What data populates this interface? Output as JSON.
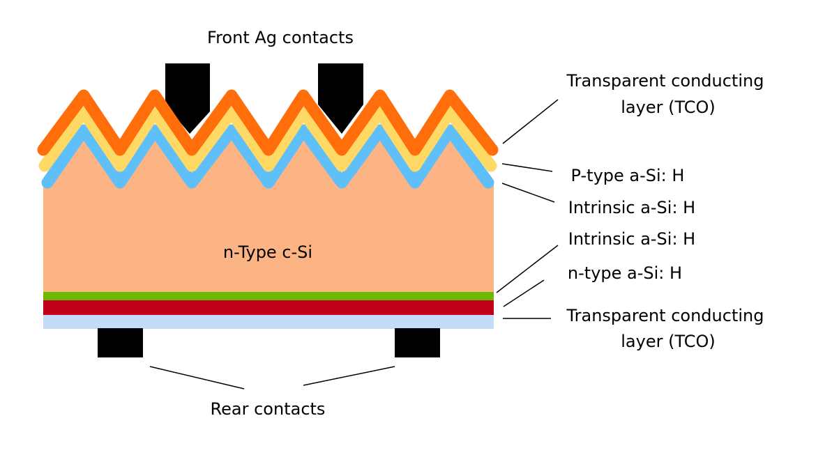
{
  "colors": {
    "background": "#ffffff",
    "tco_layer": "#ff6e0a",
    "p_type_layer": "#ffd966",
    "intrinsic_front_layer": "#5fbff9",
    "n_type_c_si": "#fdb485",
    "intrinsic_rear_layer": "#6db800",
    "n_type_rear_layer": "#c00016",
    "rear_tco_layer": "#c4dcf8",
    "contacts": "#000000",
    "leader_lines": "#000000"
  },
  "labels": {
    "front_contacts": "Front Ag contacts",
    "tco_top_line1": "Transparent conducting",
    "tco_top_line2": "layer (TCO)",
    "p_type": "P-type a-Si: H",
    "intrinsic_front": "Intrinsic a-Si: H",
    "intrinsic_rear": "Intrinsic a-Si: H",
    "n_type_rear": "n-type a-Si: H",
    "tco_bottom_line1": "Transparent conducting",
    "tco_bottom_line2": "layer (TCO)",
    "substrate": "n-Type c-Si",
    "rear_contacts": "Rear contacts"
  }
}
